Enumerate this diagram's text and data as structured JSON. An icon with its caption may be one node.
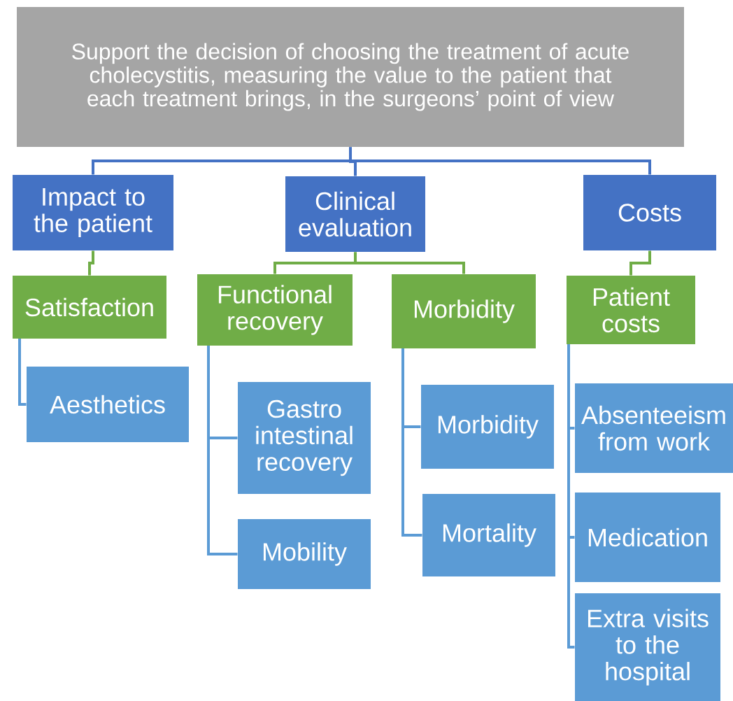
{
  "diagram": {
    "nodes": [
      {
        "text": [
          "Support the decision of choosing the treatment of acute cholecystitis, measuring the value to the patient that each treatment brings, in the surgeons’ point of view"
        ]
      },
      {
        "text": [
          "Impact to the patient"
        ]
      },
      {
        "text": [
          "Clinical evaluation"
        ]
      },
      {
        "text": [
          "Costs"
        ]
      },
      {
        "text": [
          "Satisfaction"
        ]
      },
      {
        "text": [
          "Functional recovery"
        ]
      },
      {
        "text": [
          "Morbidity"
        ]
      },
      {
        "text": [
          "Patient costs"
        ]
      },
      {
        "text": [
          "Aesthetics"
        ]
      },
      {
        "text": [
          "Gastro intestinal recovery"
        ]
      },
      {
        "text": [
          "Mobility"
        ]
      },
      {
        "text": [
          "Morbidity"
        ]
      },
      {
        "text": [
          "Mortality"
        ]
      },
      {
        "text": [
          "Absenteeism from work"
        ]
      },
      {
        "text": [
          "Medication"
        ]
      },
      {
        "text": [
          "Extra visits to the hospital"
        ]
      }
    ],
    "edges": [
      {
        "from": 0,
        "to": 1,
        "arrow": "none",
        "color": "#4472c4"
      },
      {
        "from": 0,
        "to": 2,
        "arrow": "none",
        "color": "#4472c4"
      },
      {
        "from": 0,
        "to": 3,
        "arrow": "none",
        "color": "#4472c4"
      },
      {
        "from": 1,
        "to": 4,
        "arrow": "none",
        "color": "#70ad47"
      },
      {
        "from": 2,
        "to": 5,
        "arrow": "none",
        "color": "#70ad47"
      },
      {
        "from": 2,
        "to": 6,
        "arrow": "none",
        "color": "#70ad47"
      },
      {
        "from": 3,
        "to": 7,
        "arrow": "none",
        "color": "#70ad47"
      },
      {
        "from": 4,
        "to": 8,
        "arrow": "none"
      },
      {
        "from": 5,
        "to": 9,
        "arrow": "none"
      },
      {
        "from": 5,
        "to": 10,
        "arrow": "none"
      },
      {
        "from": 6,
        "to": 11,
        "arrow": "none"
      },
      {
        "from": 6,
        "to": 12,
        "arrow": "none"
      },
      {
        "from": 7,
        "to": 13,
        "arrow": "none"
      },
      {
        "from": 7,
        "to": 14,
        "arrow": "none"
      },
      {
        "from": 7,
        "to": 15,
        "arrow": "none"
      }
    ]
  }
}
